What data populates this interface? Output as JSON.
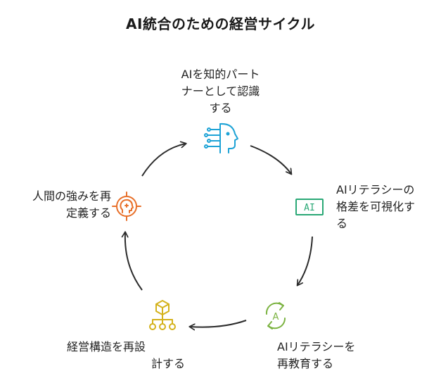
{
  "title": "AI統合のための経営サイクル",
  "nodes": {
    "top": {
      "lines": [
        "AIを知的パート",
        "ナーとして認識",
        "する"
      ],
      "icon": "ai-head-icon",
      "color": "#1ea3d6"
    },
    "right": {
      "lines": [
        "AIリテラシーの",
        "格差を可視化す",
        "る"
      ],
      "icon": "ai-badge-icon",
      "badge_text": "AI",
      "color": "#2aa876"
    },
    "bottom_right": {
      "lines": [
        "AIリテラシーを",
        "再教育する"
      ],
      "icon": "refresh-a-icon",
      "badge_text": "A",
      "color": "#7cb342"
    },
    "bottom_left": {
      "lines": [
        "経営構造を再設",
        "計する"
      ],
      "icon": "org-structure-icon",
      "color": "#d4b21c"
    },
    "left": {
      "lines": [
        "人間の強みを再",
        "定義する"
      ],
      "icon": "target-head-icon",
      "color": "#e8702a"
    }
  }
}
